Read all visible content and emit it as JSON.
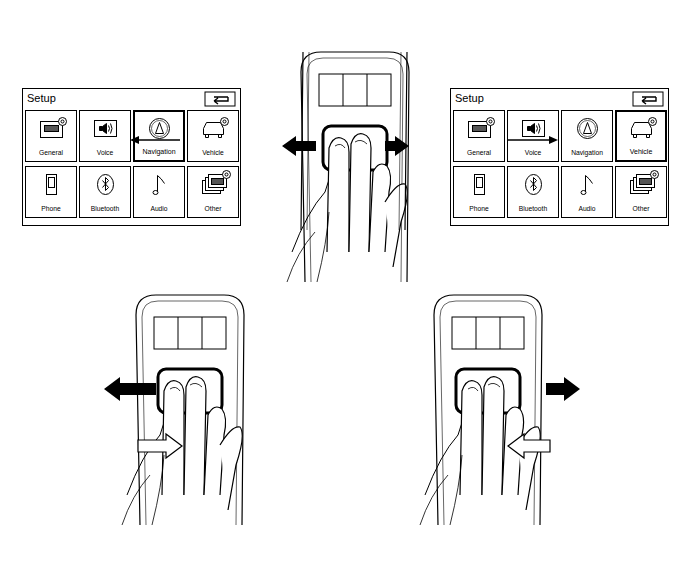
{
  "diagram": {
    "nodes": [
      {
        "text": [
          "Setup"
        ]
      },
      {
        "text": [
          "General"
        ],
        "in": 0
      },
      {
        "text": [
          "Voice"
        ],
        "in": 0
      },
      {
        "text": [
          "Navigation"
        ],
        "in": 0
      },
      {
        "text": [
          "Vehicle"
        ],
        "in": 0
      },
      {
        "text": [
          "Phone"
        ],
        "in": 0
      },
      {
        "text": [
          "Bluetooth"
        ],
        "in": 0
      },
      {
        "text": [
          "Audio"
        ],
        "in": 0
      },
      {
        "text": [
          "Other"
        ],
        "in": 0
      },
      {
        "text": [
          "Setup"
        ]
      },
      {
        "text": [
          "General"
        ],
        "in": 9
      },
      {
        "text": [
          "Voice"
        ],
        "in": 9
      },
      {
        "text": [
          "Navigation"
        ],
        "in": 9
      },
      {
        "text": [
          "Vehicle"
        ],
        "in": 9
      },
      {
        "text": [
          "Phone"
        ],
        "in": 9
      },
      {
        "text": [
          "Bluetooth"
        ],
        "in": 9
      },
      {
        "text": [
          "Audio"
        ],
        "in": 9
      },
      {
        "text": [
          "Other"
        ],
        "in": 9
      }
    ]
  }
}
